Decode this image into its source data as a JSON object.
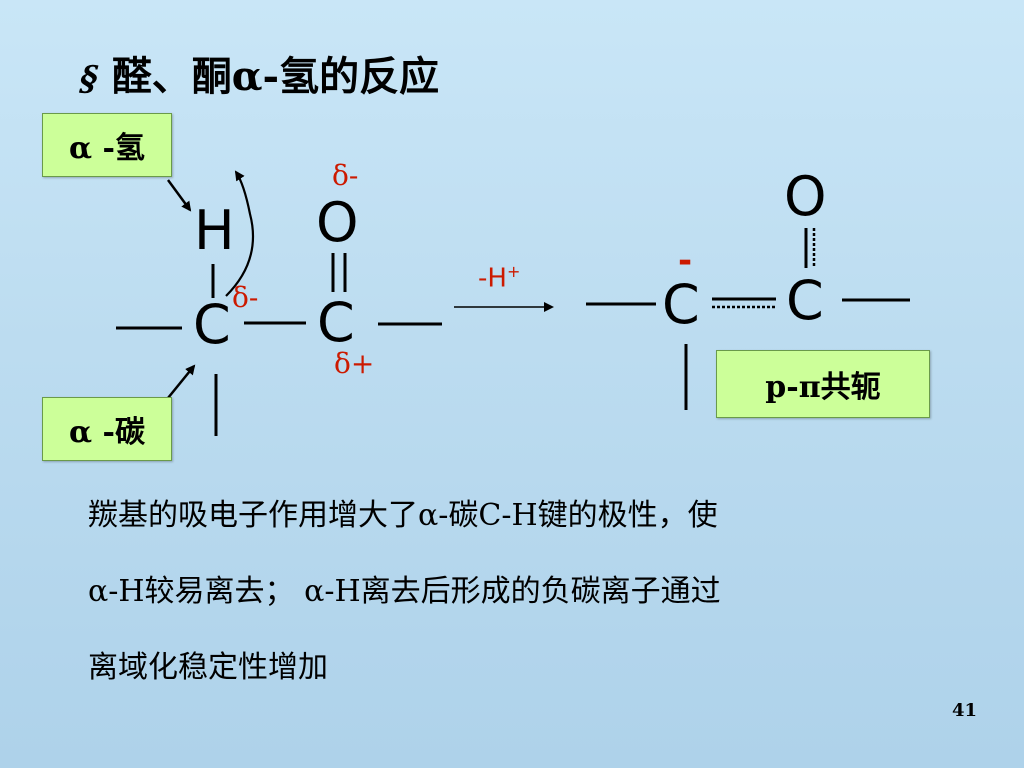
{
  "slide": {
    "bullet": "§",
    "title": "醛、酮α-氢的反应",
    "page_number": "41"
  },
  "labels": {
    "alpha_h": "α -氢",
    "alpha_c": "α -碳",
    "conjugation": "p-π共轭"
  },
  "molecule_left": {
    "h": "H",
    "c_alpha": "C",
    "o": "O",
    "c_carbonyl": "C",
    "delta_o": "δ-",
    "delta_c_alpha": "δ-",
    "delta_c_carbonyl": "δ+"
  },
  "reaction": {
    "reagent": "-H",
    "reagent_sup": "+"
  },
  "molecule_right": {
    "o": "O",
    "c_alpha": "C",
    "c_carbonyl": "C",
    "charge": "-"
  },
  "description": {
    "line1": "羰基的吸电子作用增大了α-碳C-H键的极性，使",
    "line2": "α-H较易离去； α-H离去后形成的负碳离子通过",
    "line3": "离域化稳定性增加"
  },
  "colors": {
    "label_bg": "#ccff99",
    "delta": "#cc1a00"
  }
}
